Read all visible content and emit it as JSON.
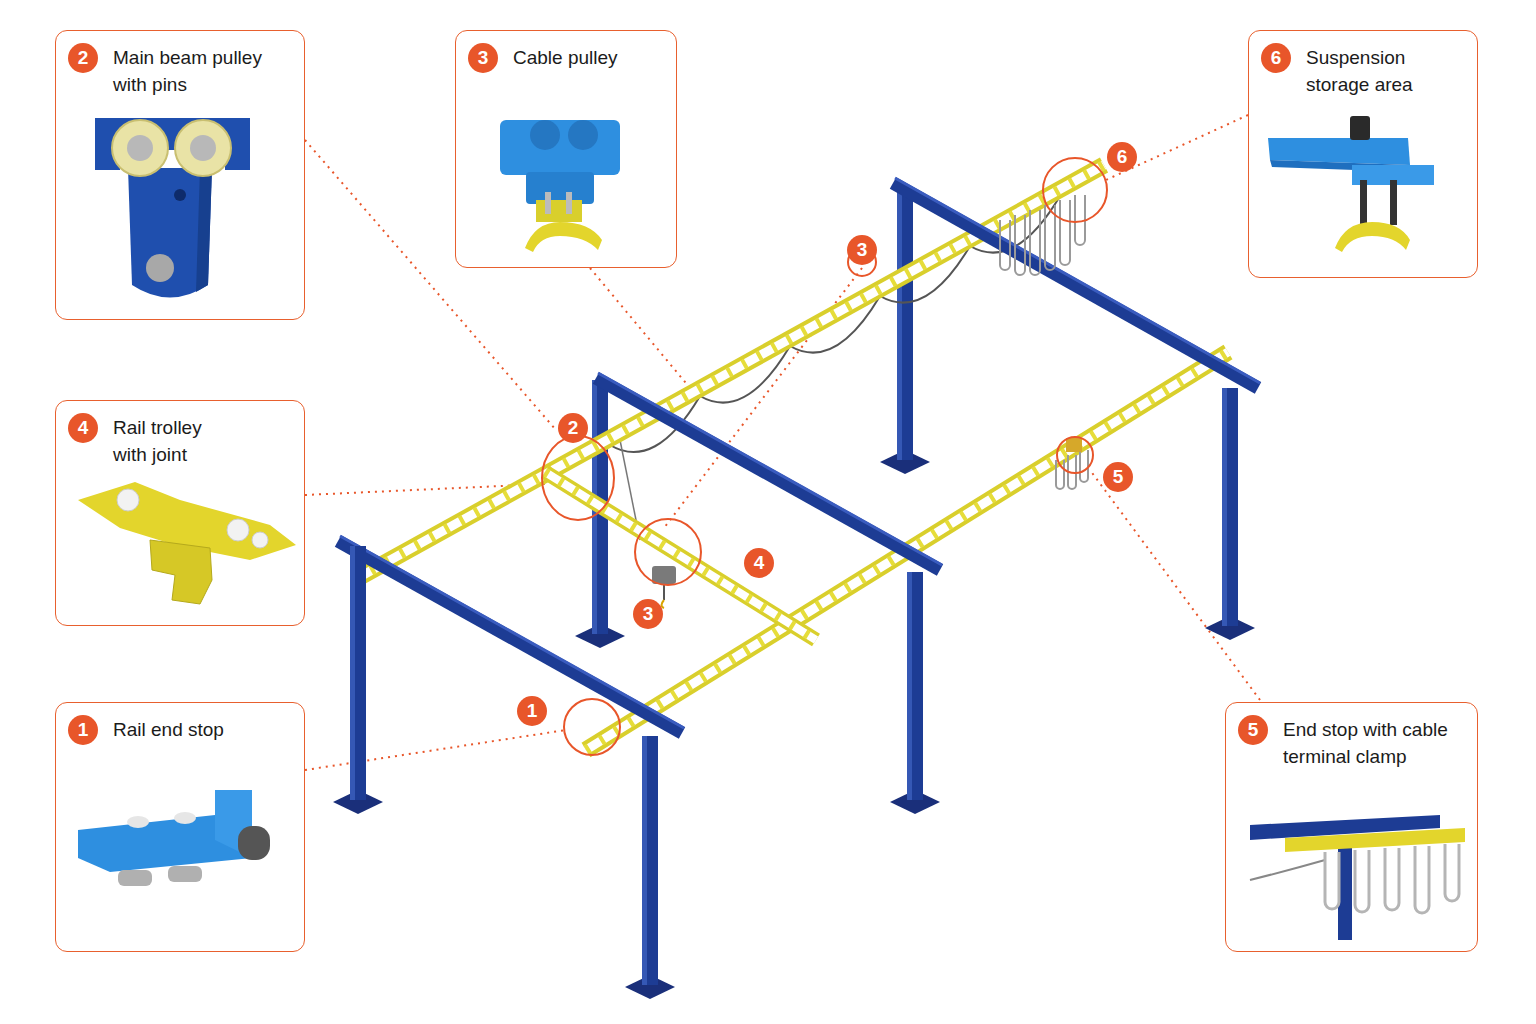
{
  "diagram": {
    "nodes": [
      {
        "text": [
          "2",
          "Main beam pulley with pins"
        ]
      },
      {
        "text": [
          "3",
          "Cable pulley"
        ]
      },
      {
        "text": [
          "6",
          "Suspension storage area"
        ]
      },
      {
        "text": [
          "4",
          "Rail trolley with joint"
        ]
      },
      {
        "text": [
          "1",
          "Rail end stop"
        ]
      },
      {
        "text": [
          "5",
          "End stop with cable terminal clamp"
        ]
      }
    ],
    "labels": [
      "3",
      "6",
      "2",
      "4",
      "3",
      "1",
      "5"
    ]
  }
}
